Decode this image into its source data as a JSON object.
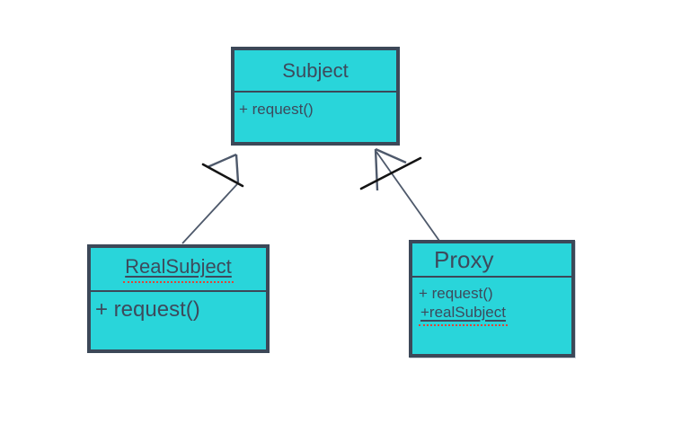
{
  "diagram": {
    "classes": {
      "subject": {
        "name": "Subject",
        "members": [
          "+ request()"
        ]
      },
      "real_subject": {
        "name": "RealSubject",
        "members": [
          "+ request()"
        ]
      },
      "proxy": {
        "name": "Proxy",
        "members": [
          "+ request()",
          "+realSubject"
        ]
      }
    },
    "relations": [
      {
        "type": "generalization",
        "from": "RealSubject",
        "to": "Subject"
      },
      {
        "type": "generalization",
        "from": "Proxy",
        "to": "Subject"
      }
    ],
    "colors": {
      "class_fill": "#29d5da",
      "class_border": "#3c4858",
      "class_text": "#3d4a5c",
      "divider": "#3c4858",
      "spellcheck_underline_red": "#dc4539",
      "arrow_stroke_slate": "#4e596b",
      "arrow_stroke_black": "#141414",
      "canvas_background": "#ffffff"
    }
  }
}
